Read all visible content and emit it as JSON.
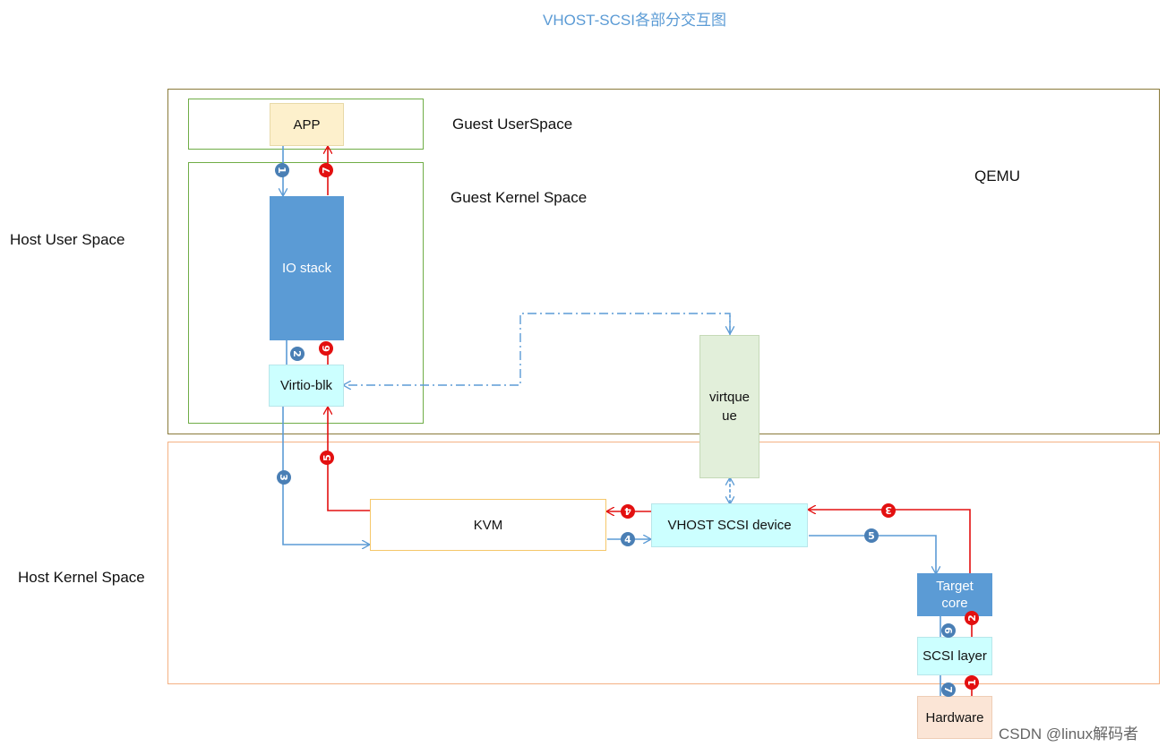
{
  "title": "VHOST-SCSI各部分交互图",
  "regions": {
    "host_user_space": "Host User Space",
    "host_kernel_space": "Host Kernel Space",
    "guest_user_space": "Guest UserSpace",
    "guest_kernel_space": "Guest Kernel Space",
    "qemu": "QEMU"
  },
  "blocks": {
    "app": "APP",
    "io_stack": "IO stack",
    "virtio_blk": "Virtio-blk",
    "virtqueue_line1": "virtque",
    "virtqueue_line2": "ue",
    "kvm": "KVM",
    "vhost_scsi_device": "VHOST SCSI device",
    "target_core_line1": "Target",
    "target_core_line2": "core",
    "scsi_layer": "SCSI layer",
    "hardware": "Hardware"
  },
  "steps": {
    "blue": [
      "1",
      "2",
      "3",
      "4",
      "5",
      "6",
      "7"
    ],
    "red": [
      "1",
      "2",
      "3",
      "4",
      "5",
      "6",
      "7"
    ]
  },
  "watermark": "CSDN @linux解码者",
  "colors": {
    "title": "#5b9bd5",
    "qemu_border": "#8a7a3a",
    "kernel_border": "#f4b183",
    "guest_border": "#70ad47",
    "app_fill": "#fdf0cc",
    "io_stack_fill": "#5b9bd5",
    "virtio_fill": "#ccffff",
    "virtqueue_fill": "#e2efda",
    "hardware_fill": "#fbe5d6",
    "arrow_blue": "#5b9bd5",
    "arrow_red": "#e31010"
  }
}
